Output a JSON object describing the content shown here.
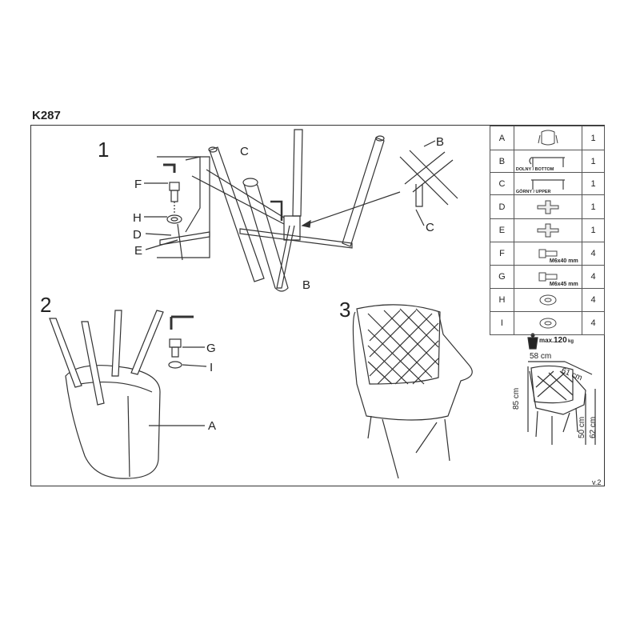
{
  "model": "K287",
  "version": "v.2",
  "steps": [
    "1",
    "2",
    "3"
  ],
  "step1_labels": {
    "F": "F",
    "H": "H",
    "D": "D",
    "E": "E",
    "C_top": "C",
    "B_top": "B",
    "C_right": "C",
    "B_bottom": "B"
  },
  "step2_labels": {
    "G": "G",
    "I": "I",
    "A": "A"
  },
  "parts": [
    {
      "letter": "A",
      "qty": "1",
      "icon": "seat-icon",
      "caption": ""
    },
    {
      "letter": "B",
      "qty": "1",
      "icon": "bottom-frame-icon",
      "caption": "DOLNY / BOTTOM"
    },
    {
      "letter": "C",
      "qty": "1",
      "icon": "upper-frame-icon",
      "caption": "GÓRNY / UPPER"
    },
    {
      "letter": "D",
      "qty": "1",
      "icon": "cross-plate-icon",
      "caption": ""
    },
    {
      "letter": "E",
      "qty": "1",
      "icon": "cross-plate-icon",
      "caption": ""
    },
    {
      "letter": "F",
      "qty": "4",
      "icon": "bolt-icon",
      "caption": "M6x40 mm"
    },
    {
      "letter": "G",
      "qty": "4",
      "icon": "bolt-icon",
      "caption": "M6x45 mm"
    },
    {
      "letter": "H",
      "qty": "4",
      "icon": "washer-icon",
      "caption": ""
    },
    {
      "letter": "I",
      "qty": "4",
      "icon": "washer-icon",
      "caption": ""
    }
  ],
  "max_load": {
    "label": "max.",
    "value": "120",
    "unit": "kg"
  },
  "dimensions": {
    "width": "58 cm",
    "depth": "61 cm",
    "height": "85 cm",
    "seat_height": "50 cm",
    "arm_height": "62 cm"
  }
}
